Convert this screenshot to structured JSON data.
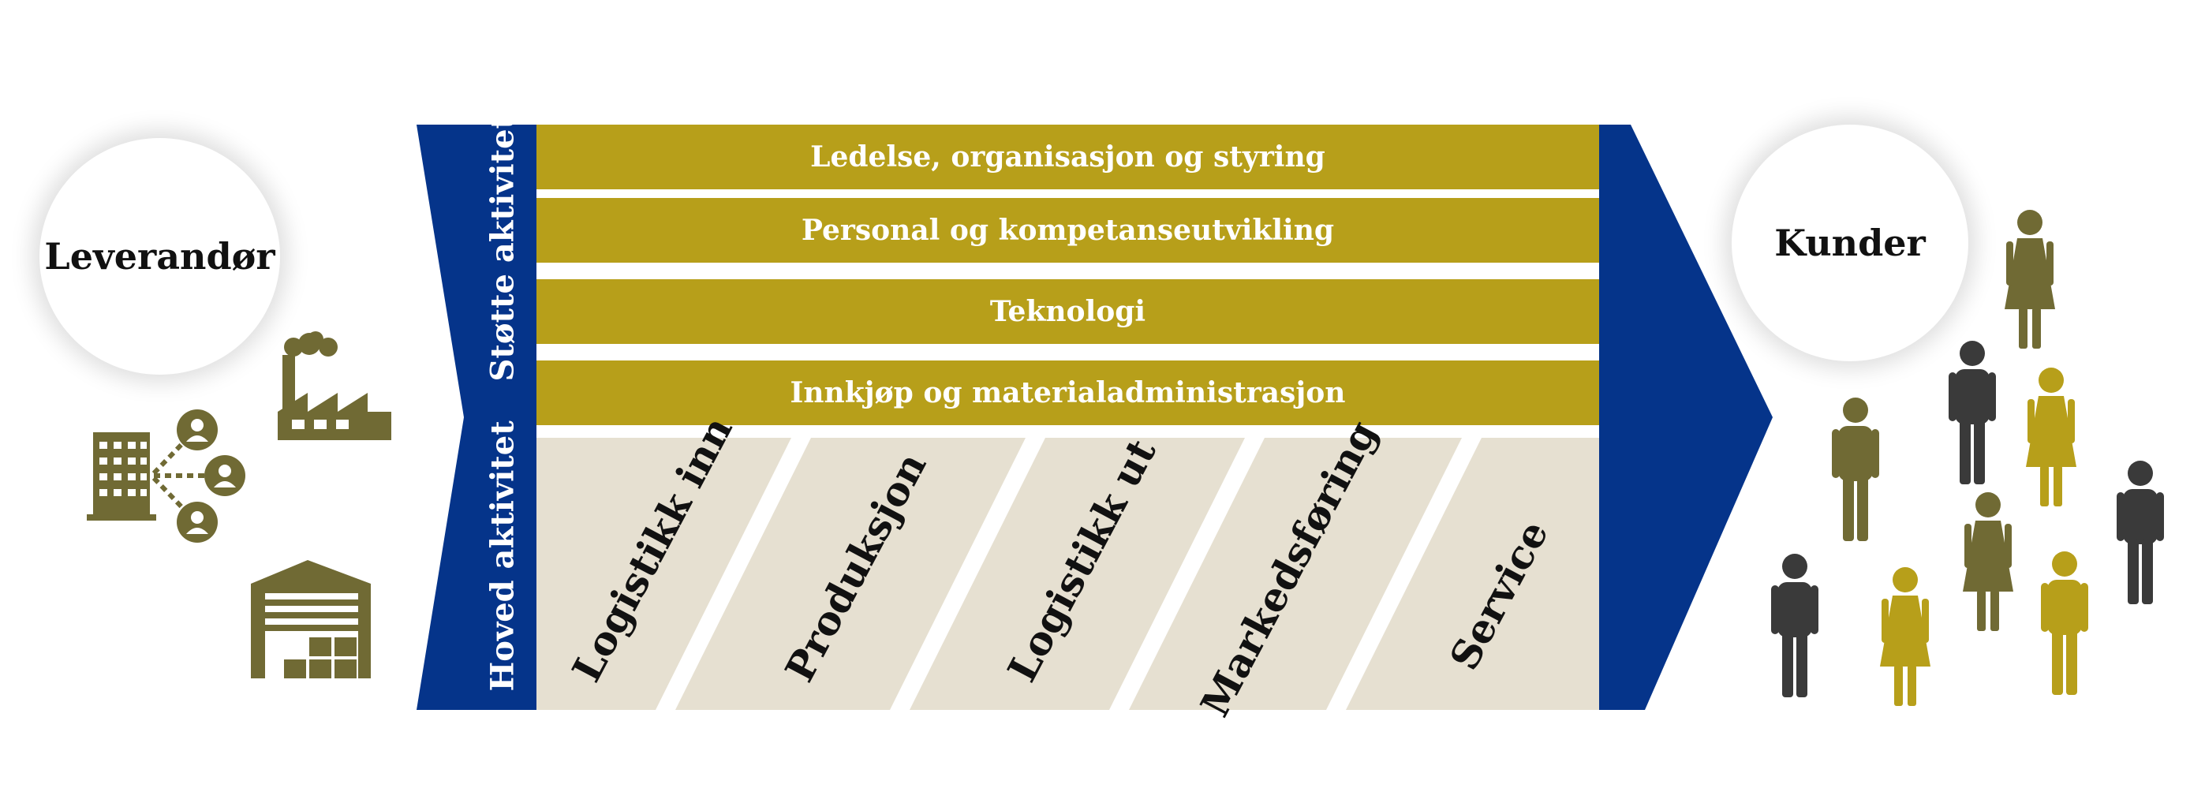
{
  "supplier": {
    "label": "Leverandør"
  },
  "customers": {
    "label": "Kunder"
  },
  "colors": {
    "navy": "#05348A",
    "gold": "#B79F1A",
    "beige": "#E6E0D1",
    "olive": "#706A34",
    "dark": "#3A3A3A"
  },
  "value_chain": {
    "support_label": "Støtte aktivitet",
    "primary_label": "Hoved aktivitet",
    "support_activities": [
      "Ledelse, organisasjon og styring",
      "Personal og kompetanseutvikling",
      "Teknologi",
      "Innkjøp og materialadministrasjon"
    ],
    "primary_activities": [
      "Logistikk inn",
      "Produksjon",
      "Logistikk ut",
      "Markedsføring",
      "Service"
    ]
  },
  "icons": {
    "supplier_side": [
      "office-building-icon",
      "people-network-icon",
      "factory-icon",
      "warehouse-icon"
    ],
    "customer_side": [
      "person-figure-icon",
      "woman-figure-icon"
    ]
  }
}
